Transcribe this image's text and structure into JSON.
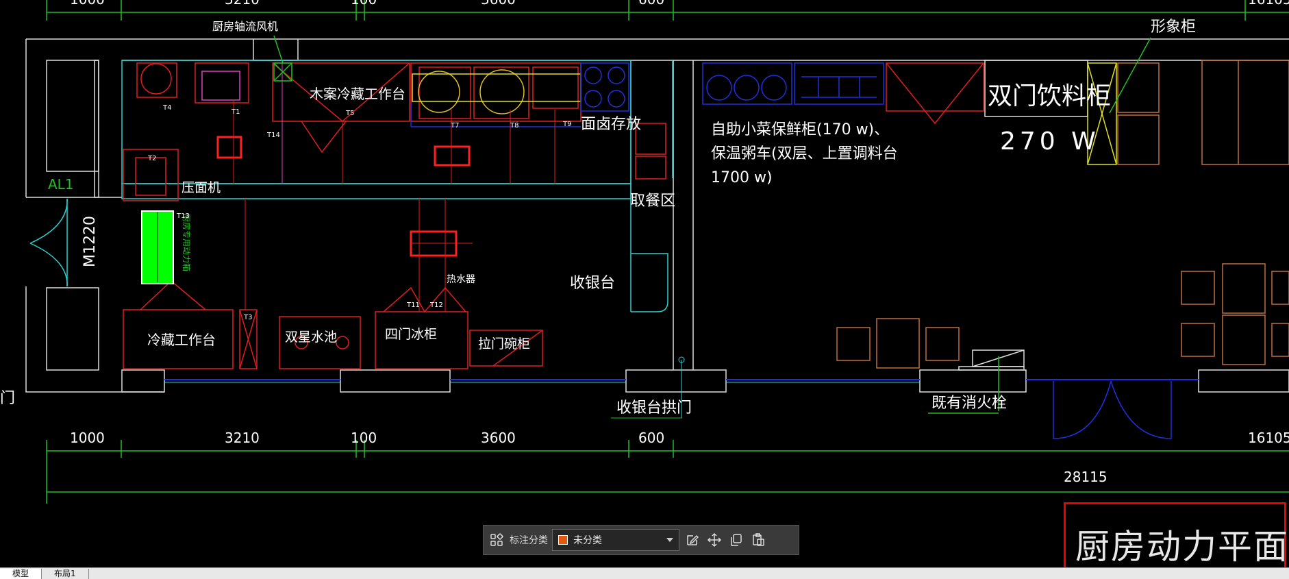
{
  "drawing": {
    "labels": {
      "exhaust_fan": "厨房轴流风机",
      "wood_cold_table": "木案冷藏工作台",
      "noodle_braise": "面卤存放",
      "noodle_press": "压面机",
      "pickup_area": "取餐区",
      "self_service_line1": "自助小菜保鲜柜(170 w)、",
      "self_service_line2": "保温粥车(双层、上置调料台",
      "self_service_line3": "1700 w)",
      "beverage_cabinet": "双门饮料柜",
      "beverage_power": "270 W",
      "image_cabinet": "形象柜",
      "door_code": "M1220",
      "panel_al1": "AL1",
      "panel_kitchen": "厨房专用动力箱",
      "water_heater": "热水器",
      "cashier": "收银台",
      "cold_table": "冷藏工作台",
      "double_sink": "双星水池",
      "four_door_fridge": "四门冰柜",
      "sliding_cupboard": "拉门碗柜",
      "cashier_arch_door": "收银台拱门",
      "existing_hydrant": "既有消火栓",
      "left_door": "门",
      "tags": [
        "T4",
        "T1",
        "T2",
        "T5",
        "T14",
        "T7",
        "T8",
        "T9",
        "T13",
        "T3",
        "T11",
        "T12"
      ]
    },
    "dimensions_top": [
      "1000",
      "3210",
      "100",
      "3600",
      "600",
      "16105"
    ],
    "dimensions_bottom": [
      "1000",
      "3210",
      "100",
      "3600",
      "600",
      "16105"
    ],
    "total_dimension": "28115",
    "title": "厨房动力平面图",
    "title_scale": "1:"
  },
  "toolbar": {
    "label": "标注分类",
    "selected": "未分类",
    "swatch_color": "#e05a14",
    "icons": [
      "category-icon",
      "edit-icon",
      "move-icon",
      "copy-icon",
      "paste-icon"
    ]
  },
  "tabs": [
    "模型",
    "布局1"
  ],
  "colors": {
    "wall": "#2bd0d0",
    "equipment": "#e01e1e",
    "blue_equipment": "#2030e0",
    "dimension": "#20c020",
    "text": "#ffffff",
    "furniture": "#c0703a",
    "highlight": "#ff0000",
    "panel_fill": "#00ff00"
  }
}
